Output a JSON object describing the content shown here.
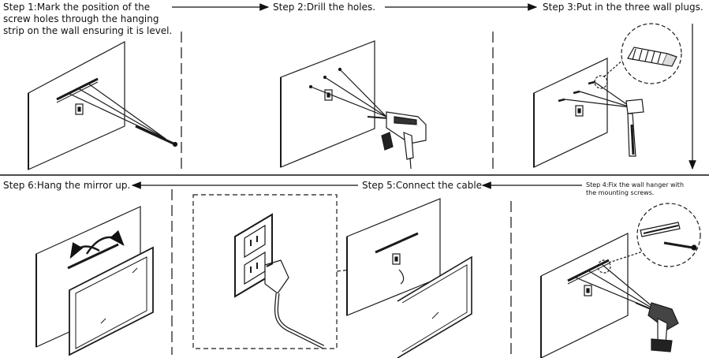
{
  "steps": {
    "step1": {
      "line1": "Step 1:Mark the position of the",
      "line2": "screw holes through the hanging",
      "line3": "strip on the wall ensuring it is level."
    },
    "step2": {
      "label": "Step 2:Drill the holes."
    },
    "step3": {
      "label": "Step 3:Put in the three wall plugs."
    },
    "step4": {
      "line1": "Step 4:Fix the wall hanger with",
      "line2": "the mounting screws."
    },
    "step5": {
      "label": "Step 5:Connect the cable"
    },
    "step6": {
      "label": "Step 6:Hang the mirror up."
    }
  },
  "icons": [
    "wall-panel-icon",
    "level-pencil-icon",
    "hammer-drill-icon",
    "wall-plug-icon",
    "hammer-icon",
    "cordless-drill-icon",
    "screw-icon",
    "outlet-icon",
    "plug-icon",
    "mirror-icon"
  ],
  "colors": {
    "line": "#1a1a1a",
    "text": "#111111",
    "background": "#ffffff"
  }
}
